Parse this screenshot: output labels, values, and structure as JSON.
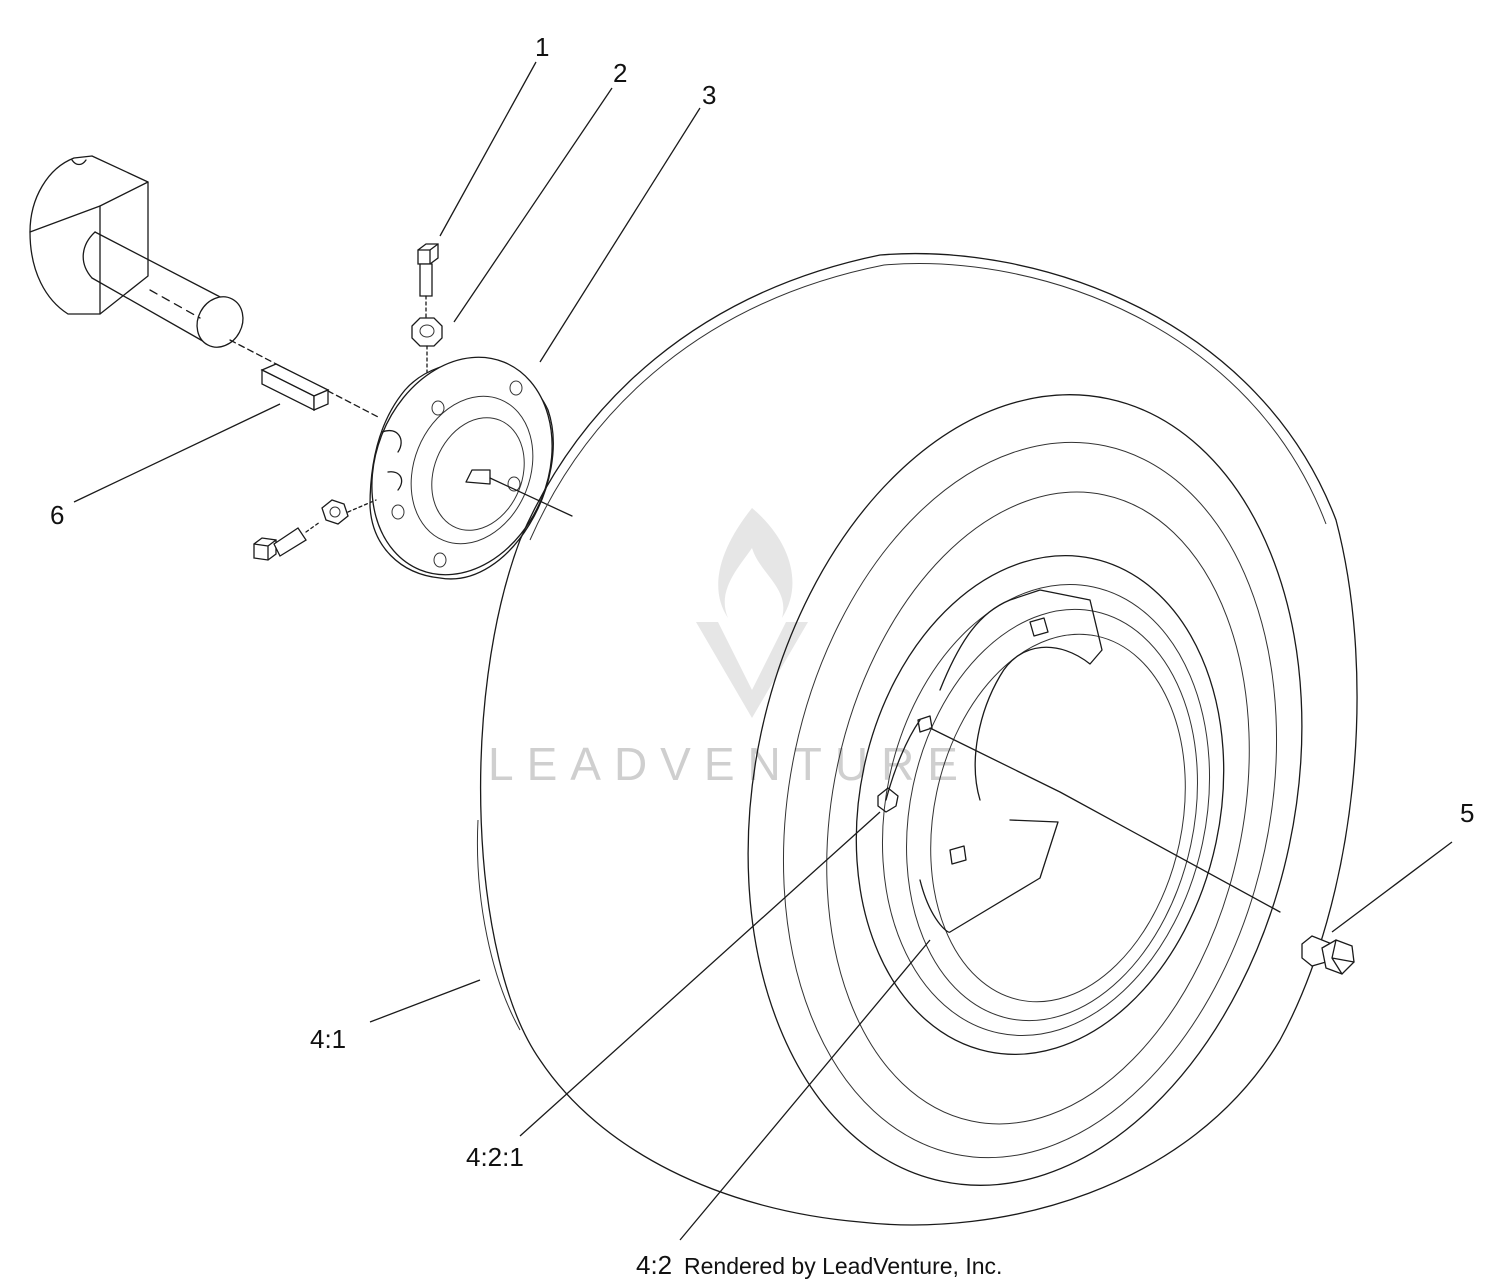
{
  "callouts": {
    "c1": "1",
    "c2": "2",
    "c3": "3",
    "c4_1": "4:1",
    "c4_2_1": "4:2:1",
    "c4_2": "4:2",
    "c5": "5",
    "c6": "6"
  },
  "watermark": {
    "text": "LEADVENTURE",
    "icon": "leadventure-flame-logo"
  },
  "footer": {
    "credit": "Rendered by LeadVenture, Inc."
  }
}
